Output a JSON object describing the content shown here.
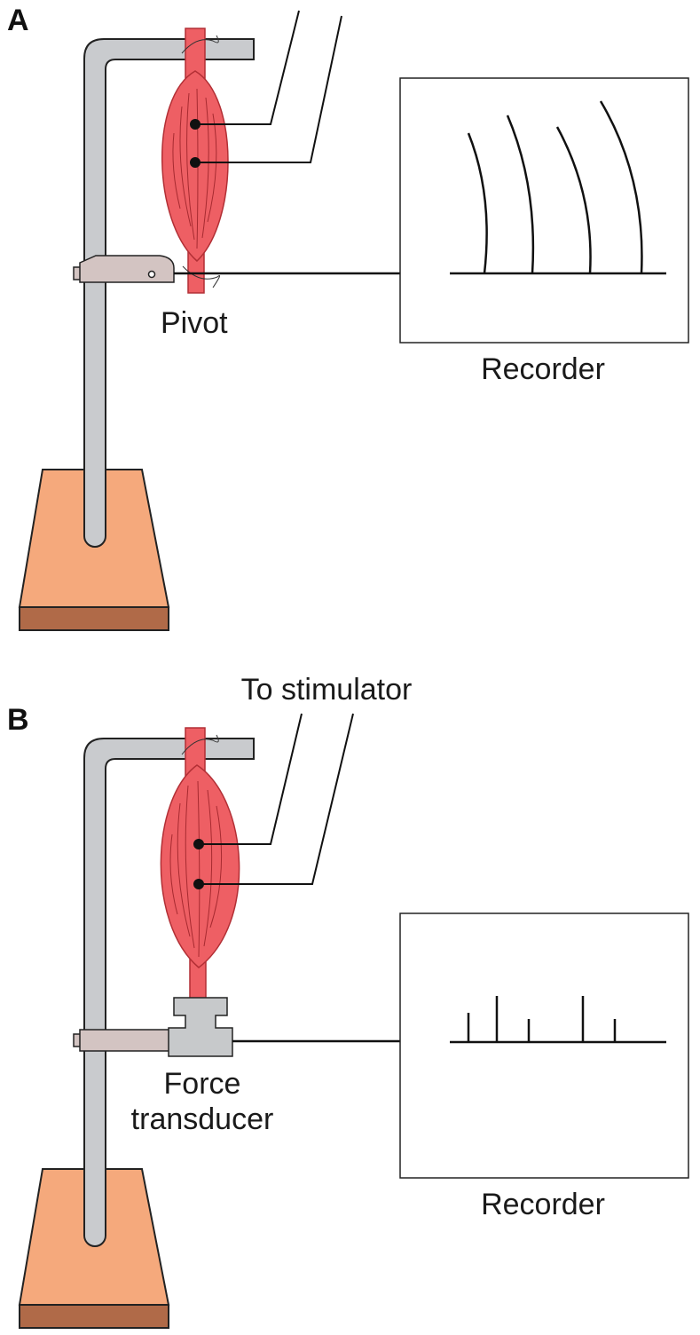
{
  "panels": [
    {
      "letter": "A",
      "labels": {
        "device": "Pivot",
        "recorder": "Recorder"
      },
      "trace": {
        "type": "isotonic-curves",
        "count": 4
      }
    },
    {
      "letter": "B",
      "labels": {
        "stimulator": "To stimulator",
        "device_line1": "Force",
        "device_line2": "transducer",
        "recorder": "Recorder"
      },
      "trace": {
        "type": "isometric-spikes",
        "count": 5
      }
    }
  ],
  "colors": {
    "muscle": "#ee5f64",
    "muscle_stroke": "#b22f35",
    "stand": "#c9cbce",
    "base_top": "#f5a97c",
    "base_bottom": "#b06a48",
    "clamp": "#d3c4c2",
    "transducer": "#c7c9cb",
    "ink": "#1a1a1a"
  },
  "icons": [
    "ring-stand-icon",
    "muscle-icon",
    "electrode-icon",
    "pivot-lever-icon",
    "force-transducer-icon",
    "arrow-icon"
  ]
}
